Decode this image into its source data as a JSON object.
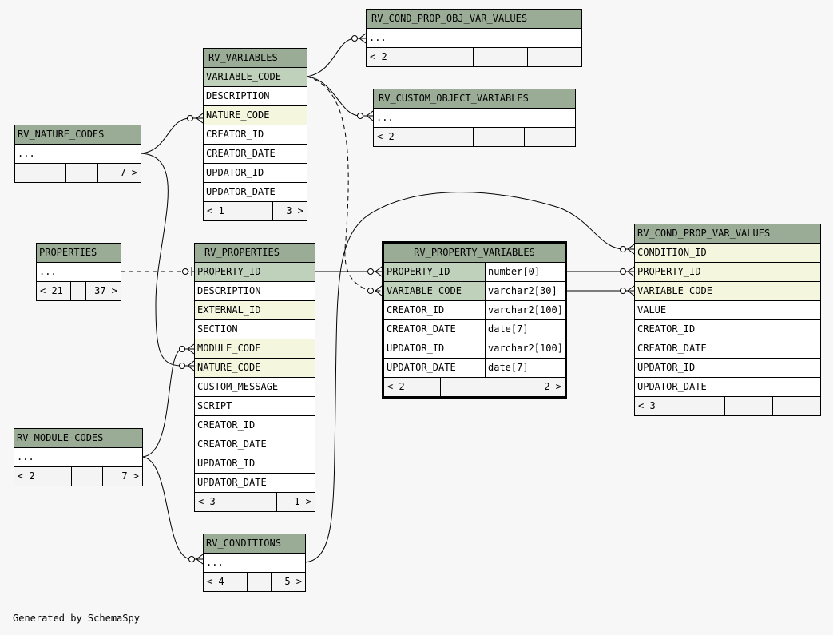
{
  "footer_text": "Generated by SchemaSpy",
  "colors": {
    "header": "#9aab96",
    "primary_key": "#bfd0bb",
    "foreign_key": "#f4f7de",
    "background": "#f7f7f7"
  },
  "tables": {
    "rv_cond_prop_obj_var_values": {
      "name": "RV_COND_PROP_OBJ_VAR_VALUES",
      "ellipsis": "...",
      "parents": "< 2",
      "children": ""
    },
    "rv_custom_object_variables": {
      "name": "RV_CUSTOM_OBJECT_VARIABLES",
      "ellipsis": "...",
      "parents": "< 2",
      "children": ""
    },
    "rv_variables": {
      "name": "RV_VARIABLES",
      "columns": [
        "VARIABLE_CODE",
        "DESCRIPTION",
        "NATURE_CODE",
        "CREATOR_ID",
        "CREATOR_DATE",
        "UPDATOR_ID",
        "UPDATOR_DATE"
      ],
      "parents": "< 1",
      "children": "3 >"
    },
    "rv_nature_codes": {
      "name": "RV_NATURE_CODES",
      "ellipsis": "...",
      "parents": "",
      "children": "7 >"
    },
    "properties": {
      "name": "PROPERTIES",
      "ellipsis": "...",
      "parents": "< 21",
      "children": "37 >"
    },
    "rv_properties": {
      "name": "RV_PROPERTIES",
      "columns": [
        "PROPERTY_ID",
        "DESCRIPTION",
        "EXTERNAL_ID",
        "SECTION",
        "MODULE_CODE",
        "NATURE_CODE",
        "CUSTOM_MESSAGE",
        "SCRIPT",
        "CREATOR_ID",
        "CREATOR_DATE",
        "UPDATOR_ID",
        "UPDATOR_DATE"
      ],
      "parents": "< 3",
      "children": "1 >"
    },
    "rv_property_variables": {
      "name": "RV_PROPERTY_VARIABLES",
      "columns": [
        {
          "name": "PROPERTY_ID",
          "type": "number[0]"
        },
        {
          "name": "VARIABLE_CODE",
          "type": "varchar2[30]"
        },
        {
          "name": "CREATOR_ID",
          "type": "varchar2[100]"
        },
        {
          "name": "CREATOR_DATE",
          "type": "date[7]"
        },
        {
          "name": "UPDATOR_ID",
          "type": "varchar2[100]"
        },
        {
          "name": "UPDATOR_DATE",
          "type": "date[7]"
        }
      ],
      "parents": "< 2",
      "children": "2 >"
    },
    "rv_cond_prop_var_values": {
      "name": "RV_COND_PROP_VAR_VALUES",
      "columns": [
        "CONDITION_ID",
        "PROPERTY_ID",
        "VARIABLE_CODE",
        "VALUE",
        "CREATOR_ID",
        "CREATOR_DATE",
        "UPDATOR_ID",
        "UPDATOR_DATE"
      ],
      "parents": "< 3",
      "children": ""
    },
    "rv_module_codes": {
      "name": "RV_MODULE_CODES",
      "ellipsis": "...",
      "parents": "< 2",
      "children": "7 >"
    },
    "rv_conditions": {
      "name": "RV_CONDITIONS",
      "ellipsis": "...",
      "parents": "< 4",
      "children": "5 >"
    }
  }
}
